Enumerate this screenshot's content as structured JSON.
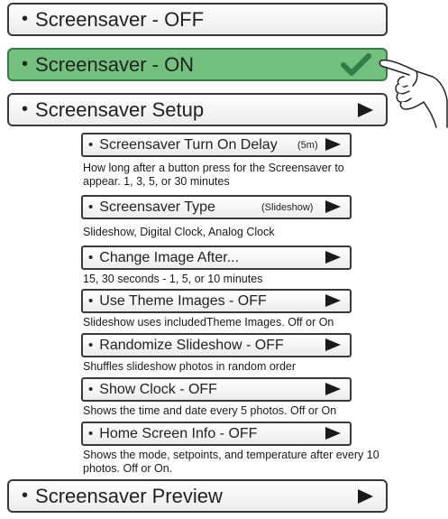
{
  "menu": {
    "off_label": "Screensaver - OFF",
    "on_label": "Screensaver - ON",
    "setup_label": "Screensaver Setup",
    "preview_label": "Screensaver Preview",
    "bullet": "•"
  },
  "setup": {
    "items": [
      {
        "label": "Screensaver Turn On Delay",
        "value": "(5m)",
        "desc": "How long after a button press for the Screensaver to appear. 1, 3, 5, or 30 minutes"
      },
      {
        "label": "Screensaver Type",
        "value": "(Slideshow)",
        "desc": "Slideshow, Digital Clock, Analog Clock"
      },
      {
        "label": "Change Image After...",
        "value": "",
        "desc": "15, 30 seconds - 1, 5, or 10 minutes"
      },
      {
        "label": "Use Theme Images - OFF",
        "value": "",
        "desc": "Slideshow uses includedTheme Images. Off or On"
      },
      {
        "label": "Randomize Slideshow - OFF",
        "value": "",
        "desc": "Shuffles slideshow photos in random order"
      },
      {
        "label": "Show Clock - OFF",
        "value": "",
        "desc": "Shows the time and date every 5 photos. Off or On"
      },
      {
        "label": "Home Screen Info - OFF",
        "value": "",
        "desc": "Shows the mode, setpoints, and temperature after every 10 photos. Off or On."
      }
    ]
  },
  "icons": {
    "selected": "checkmark-icon",
    "submenu": "play-arrow-icon",
    "pointer": "hand-pointer-icon"
  },
  "colors": {
    "selected_bg": "#74c17f",
    "check": "#2e7d4a",
    "border": "#3a3a3a"
  }
}
